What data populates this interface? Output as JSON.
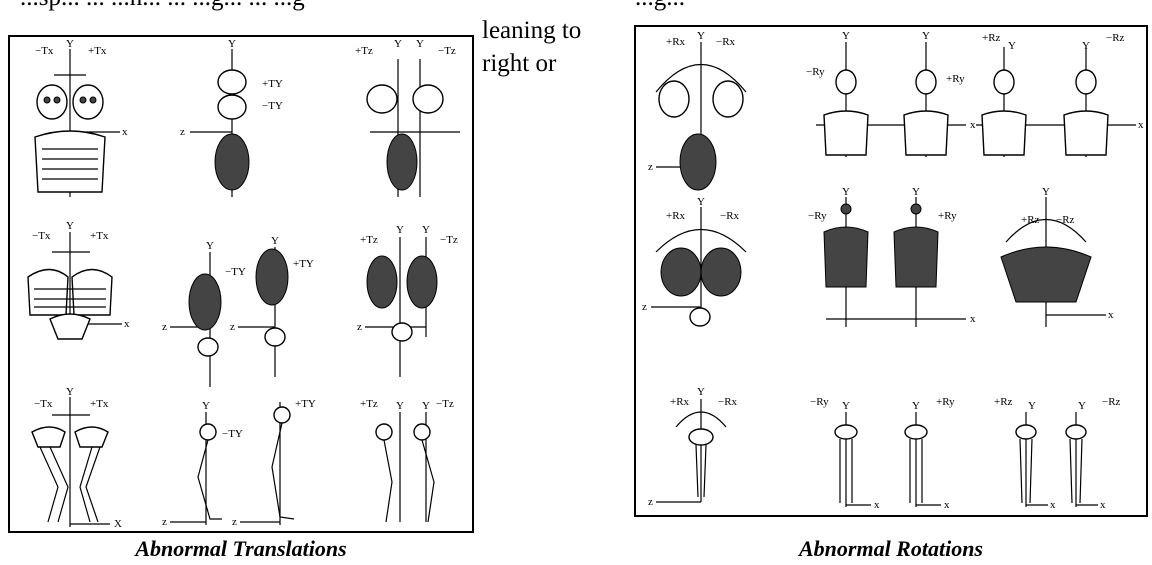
{
  "header_fragment_left": "...sp... ... ...n... ... ...g... ... ...g",
  "header_fragment_right": "...g...",
  "side_text": [
    "leaning to",
    "right or"
  ],
  "left_panel": {
    "caption": "Abnormal Translations",
    "labels": {
      "r1c1": [
        "−Tx",
        "+Tx",
        "Y",
        "x"
      ],
      "r1c2": [
        "Y",
        "+TY",
        "−TY",
        "z"
      ],
      "r1c3": [
        "+Tz",
        "Y",
        "Y",
        "−Tz"
      ],
      "r2c1": [
        "−Tx",
        "Y",
        "+Tx",
        "x"
      ],
      "r2c2": [
        "Y",
        "−TY",
        "Y",
        "+TY",
        "z",
        "z"
      ],
      "r2c3": [
        "+Tz",
        "Y",
        "Y",
        "−Tz",
        "z"
      ],
      "r3c1": [
        "−Tx",
        "Y",
        "+Tx",
        "X"
      ],
      "r3c2": [
        "Y",
        "−TY",
        "+TY",
        "z",
        "z"
      ],
      "r3c3": [
        "+Tz",
        "Y",
        "Y",
        "−Tz"
      ]
    }
  },
  "right_panel": {
    "caption": "Abnormal Rotations",
    "labels": {
      "r1c1": [
        "+Rx",
        "Y",
        "−Rx",
        "z"
      ],
      "r1c2": [
        "−Ry",
        "Y",
        "Y",
        "+Ry",
        "x"
      ],
      "r1c3": [
        "+Rz",
        "Y",
        "Y",
        "−Rz",
        "x"
      ],
      "r2c1": [
        "+Rx",
        "Y",
        "−Rx",
        "z"
      ],
      "r2c2": [
        "−Ry",
        "Y",
        "Y",
        "+Ry",
        "x"
      ],
      "r2c3": [
        "+Rz",
        "Y",
        "−Rz",
        "x"
      ],
      "r3c1": [
        "+Rx",
        "Y",
        "−Rx",
        "z"
      ],
      "r3c2": [
        "−Ry",
        "Y",
        "Y",
        "+Ry",
        "x",
        "x"
      ],
      "r3c3": [
        "+Rz",
        "Y",
        "Y",
        "−Rz",
        "x",
        "x"
      ]
    }
  }
}
